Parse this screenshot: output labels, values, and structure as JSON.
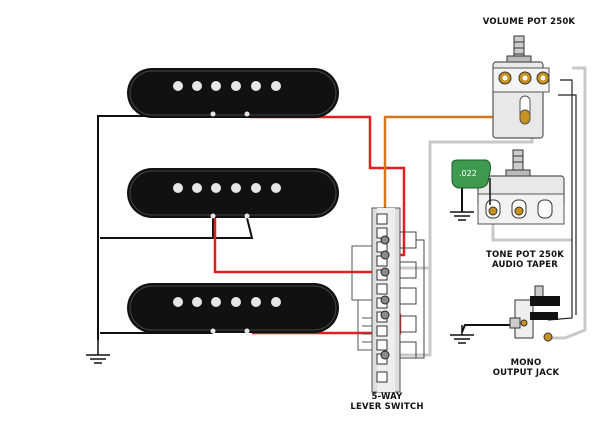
{
  "labels": {
    "volume_pot": "VOLUME POT 250K",
    "tone_pot_line1": "TONE POT 250K",
    "tone_pot_line2": "AUDIO TAPER",
    "jack_line1": "MONO",
    "jack_line2": "OUTPUT JACK",
    "switch_line1": "5-WAY",
    "switch_line2": "LEVER SWITCH",
    "capacitor_value": ".022"
  },
  "colors": {
    "pickup_body": "#111111",
    "pole_piece": "#e6e6e6",
    "wire_hot": "#e02020",
    "wire_ground": "#000000",
    "wire_output": "#d6761a",
    "wire_shield": "#c8c8c8",
    "capacitor": "#3d9a4f",
    "solder": "#c8901e",
    "pot_body": "#e8e8e8"
  },
  "icons": {
    "pickups": "single-coil-pickup-icon",
    "ground": "ground-symbol-icon",
    "switch": "lever-switch-icon",
    "pot": "potentiometer-icon",
    "jack": "output-jack-icon",
    "capacitor": "capacitor-icon"
  }
}
